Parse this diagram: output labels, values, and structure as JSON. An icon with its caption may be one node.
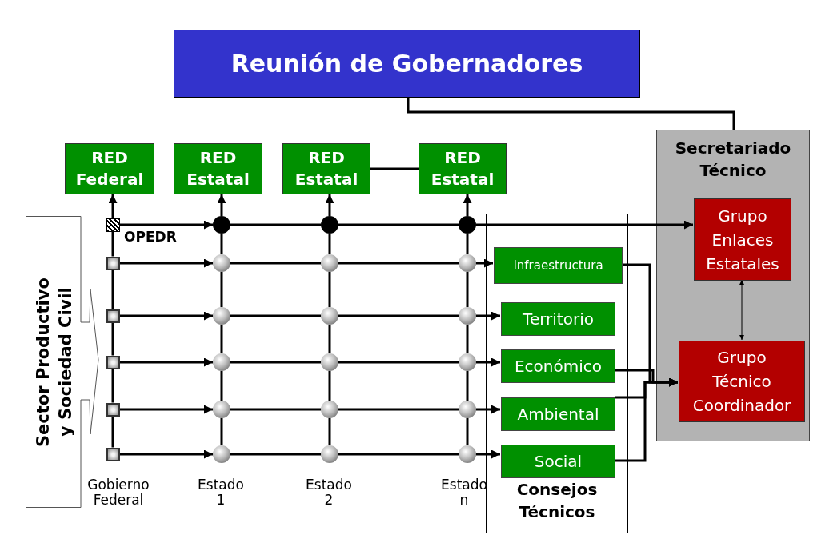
{
  "diagram": {
    "nodes": [
      {
        "text": [
          "Reunión de Gobernadores"
        ]
      },
      {
        "text": [
          "RED Federal"
        ]
      },
      {
        "text": [
          "RED Estatal"
        ]
      },
      {
        "text": [
          "RED Estatal"
        ]
      },
      {
        "text": [
          "RED Estatal"
        ]
      },
      {
        "text": [
          "Sector Productivo y Sociedad Civil"
        ]
      },
      {
        "text": [],
        "shape": "box",
        "beside": [
          "OPEDR"
        ]
      },
      {
        "text": [],
        "shape": "box"
      },
      {
        "text": [],
        "shape": "box"
      },
      {
        "text": [],
        "shape": "box"
      },
      {
        "text": [],
        "shape": "box"
      },
      {
        "text": [],
        "shape": "box"
      },
      {
        "text": [],
        "shape": "circle"
      },
      {
        "text": [],
        "shape": "circle"
      },
      {
        "text": [],
        "shape": "circle"
      },
      {
        "text": [],
        "shape": "circle"
      },
      {
        "text": [],
        "shape": "circle"
      },
      {
        "text": [],
        "shape": "circle"
      },
      {
        "text": [],
        "shape": "circle"
      },
      {
        "text": [],
        "shape": "circle"
      },
      {
        "text": [],
        "shape": "circle"
      },
      {
        "text": [],
        "shape": "circle"
      },
      {
        "text": [],
        "shape": "circle"
      },
      {
        "text": [],
        "shape": "circle"
      },
      {
        "text": [],
        "shape": "circle"
      },
      {
        "text": [],
        "shape": "circle"
      },
      {
        "text": [],
        "shape": "circle"
      },
      {
        "text": [],
        "shape": "circle"
      },
      {
        "text": [],
        "shape": "circle"
      },
      {
        "text": [],
        "shape": "circle"
      },
      {
        "text": [
          "Consejos Técnicos"
        ]
      },
      {
        "text": [
          "Infraestructura"
        ],
        "in": 30
      },
      {
        "text": [
          "Territorio"
        ],
        "in": 30
      },
      {
        "text": [
          "Económico"
        ],
        "in": 30
      },
      {
        "text": [
          "Ambiental"
        ],
        "in": 30
      },
      {
        "text": [
          "Social"
        ],
        "in": 30
      },
      {
        "text": [
          "Secretariado Técnico"
        ]
      },
      {
        "text": [
          "Grupo Enlaces Estatales"
        ],
        "in": 36
      },
      {
        "text": [
          "Grupo Técnico Coordinador"
        ],
        "in": 36
      }
    ],
    "edges": [
      {
        "from": 0,
        "to": 36,
        "arrow": "none"
      },
      {
        "from": 3,
        "to": 4,
        "arrow": "none"
      },
      {
        "from": 6,
        "to": 12,
        "arrow": "to"
      },
      {
        "from": 12,
        "to": 18,
        "arrow": "none"
      },
      {
        "from": 18,
        "to": 24,
        "arrow": "none"
      },
      {
        "from": 24,
        "to": 37,
        "arrow": "to"
      },
      {
        "from": 7,
        "to": 13,
        "arrow": "to"
      },
      {
        "from": 13,
        "to": 19,
        "arrow": "none"
      },
      {
        "from": 19,
        "to": 25,
        "arrow": "none"
      },
      {
        "from": 25,
        "to": 31,
        "arrow": "to"
      },
      {
        "from": 8,
        "to": 14,
        "arrow": "to"
      },
      {
        "from": 14,
        "to": 20,
        "arrow": "none"
      },
      {
        "from": 20,
        "to": 26,
        "arrow": "none"
      },
      {
        "from": 26,
        "to": 32,
        "arrow": "to"
      },
      {
        "from": 9,
        "to": 15,
        "arrow": "to"
      },
      {
        "from": 15,
        "to": 21,
        "arrow": "none"
      },
      {
        "from": 21,
        "to": 27,
        "arrow": "none"
      },
      {
        "from": 27,
        "to": 33,
        "arrow": "to"
      },
      {
        "from": 10,
        "to": 16,
        "arrow": "to"
      },
      {
        "from": 16,
        "to": 22,
        "arrow": "none"
      },
      {
        "from": 22,
        "to": 28,
        "arrow": "none"
      },
      {
        "from": 28,
        "to": 34,
        "arrow": "to"
      },
      {
        "from": 11,
        "to": 17,
        "arrow": "to"
      },
      {
        "from": 17,
        "to": 23,
        "arrow": "none"
      },
      {
        "from": 23,
        "to": 29,
        "arrow": "none"
      },
      {
        "from": 29,
        "to": 35,
        "arrow": "to"
      },
      {
        "from": 11,
        "to": 10,
        "arrow": "none"
      },
      {
        "from": 10,
        "to": 9,
        "arrow": "none"
      },
      {
        "from": 9,
        "to": 8,
        "arrow": "none"
      },
      {
        "from": 8,
        "to": 7,
        "arrow": "none"
      },
      {
        "from": 7,
        "to": 6,
        "arrow": "none"
      },
      {
        "from": 6,
        "to": 1,
        "arrow": "to"
      },
      {
        "from": 17,
        "to": 16,
        "arrow": "none"
      },
      {
        "from": 16,
        "to": 15,
        "arrow": "none"
      },
      {
        "from": 15,
        "to": 14,
        "arrow": "none"
      },
      {
        "from": 14,
        "to": 13,
        "arrow": "none"
      },
      {
        "from": 13,
        "to": 12,
        "arrow": "none"
      },
      {
        "from": 12,
        "to": 2,
        "arrow": "to"
      },
      {
        "from": 23,
        "to": 22,
        "arrow": "none"
      },
      {
        "from": 22,
        "to": 21,
        "arrow": "none"
      },
      {
        "from": 21,
        "to": 20,
        "arrow": "none"
      },
      {
        "from": 20,
        "to": 19,
        "arrow": "none"
      },
      {
        "from": 19,
        "to": 18,
        "arrow": "none"
      },
      {
        "from": 18,
        "to": 3,
        "arrow": "to"
      },
      {
        "from": 29,
        "to": 28,
        "arrow": "none"
      },
      {
        "from": 28,
        "to": 27,
        "arrow": "none"
      },
      {
        "from": 27,
        "to": 26,
        "arrow": "none"
      },
      {
        "from": 26,
        "to": 25,
        "arrow": "none"
      },
      {
        "from": 25,
        "to": 24,
        "arrow": "none"
      },
      {
        "from": 24,
        "to": 4,
        "arrow": "to"
      },
      {
        "from": 31,
        "to": 38,
        "arrow": "to"
      },
      {
        "from": 33,
        "to": 38,
        "arrow": "to"
      },
      {
        "from": 34,
        "to": 38,
        "arrow": "to"
      },
      {
        "from": 35,
        "to": 38,
        "arrow": "to"
      },
      {
        "from": 37,
        "to": 38,
        "arrow": "both"
      }
    ],
    "labels": [
      "Gobierno Federal",
      "Estado 1",
      "Estado 2",
      "Estado n"
    ]
  }
}
